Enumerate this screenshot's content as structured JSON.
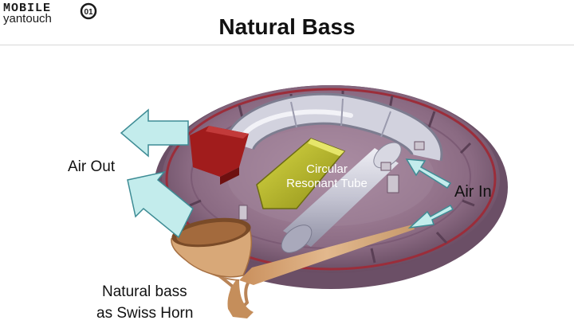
{
  "logo": {
    "top_text": "MOBILE",
    "bottom_text": "yantouch",
    "badge_text": "01"
  },
  "header": {
    "title": "Natural Bass"
  },
  "diagram": {
    "labels": {
      "air_out": "Air Out",
      "air_in": "Air In",
      "tube_line1": "Circular",
      "tube_line2": "Resonant Tube",
      "horn_line1": "Natural bass",
      "horn_line2": "as Swiss Horn"
    },
    "colors": {
      "disc_base": "#8e6f86",
      "disc_rim": "#9b2d3a",
      "tube_grey": "#c9c9d6",
      "tube_olive": "#b8b82a",
      "red_box": "#a11c1c",
      "arrow_fill": "#c3ecec",
      "arrow_stroke": "#3e8c95",
      "horn": "#d7a87a"
    }
  }
}
